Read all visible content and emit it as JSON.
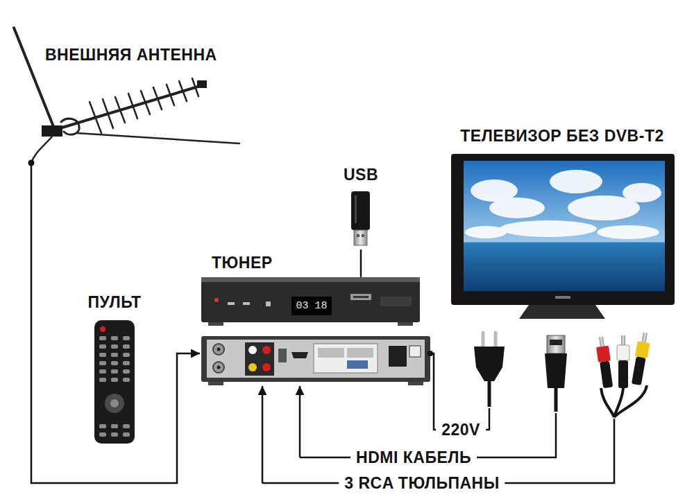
{
  "diagram": {
    "nodes": [
      {
        "text": [
          "ВНЕШНЯЯ АНТЕННА"
        ]
      },
      {
        "text": [
          "ТЕЛЕВИЗОР БЕЗ DVB-T2"
        ]
      },
      {
        "text": [
          "USB"
        ]
      },
      {
        "text": [
          "ТЮНЕР",
          "03 18"
        ]
      },
      {
        "text": [
          "ПУЛЬТ"
        ]
      }
    ],
    "edges": [
      {
        "from": 0,
        "to": 3,
        "arrow": "to"
      },
      {
        "from": 2,
        "to": 3,
        "arrow": "none"
      }
    ],
    "labels": [
      "220V",
      "HDMI КАБЕЛЬ",
      "3 RCA ТЮЛЬПАНЫ"
    ]
  }
}
